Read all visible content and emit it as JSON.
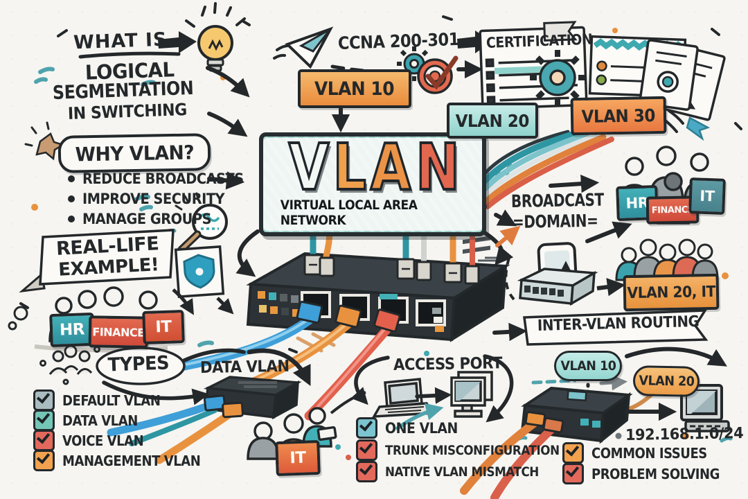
{
  "palette": {
    "paper": "#f6f5f1",
    "ink": "#24282a",
    "teal": "#3aa3ad",
    "teal_light": "#9fd8d4",
    "orange": "#ee8d3f",
    "red": "#dd5f4e",
    "gray": "#9aa1a4",
    "blue": "#3f9fd8"
  },
  "header": {
    "what_is": "WHAT IS",
    "logical": "LOGICAL",
    "segmentation": "SEGMENTATION",
    "in_switching": "IN SWITCHING",
    "ccna": "CCNA 200-301",
    "certification": "CERTIFICATION"
  },
  "vlan_boxes": {
    "vlan10": "VLAN 10",
    "vlan20": "VLAN 20",
    "vlan30": "VLAN 30"
  },
  "why": {
    "title": "WHY VLAN?",
    "bullets": [
      {
        "label": "REDUCE BROADCASTS"
      },
      {
        "label": "IMPROVE SECURITY"
      },
      {
        "label": "MANAGE GROUPS"
      }
    ]
  },
  "real_life": {
    "line1": "REAL-LIFE",
    "line2": "EXAMPLE!"
  },
  "center": {
    "letters": [
      "V",
      "L",
      "A",
      "N"
    ],
    "subtitle": "VIRTUAL LOCAL AREA NETWORK",
    "broadcast": "BROADCAST",
    "domain": "=DOMAIN="
  },
  "departments": {
    "left": {
      "hr": "HR",
      "finance": "FINANCE",
      "it": "IT"
    },
    "right": {
      "hr": "HR",
      "finance": "FINANCE",
      "it": "IT"
    }
  },
  "routing": {
    "vlan20_it": "VLAN 20, IT",
    "inter_vlan": "INTER-VLAN ROUTING",
    "vlan10_pill": "VLAN 10",
    "vlan20_pill": "VLAN 20",
    "subnet": "192.168.1.0/24"
  },
  "types": {
    "title": "TYPES",
    "data_vlan": "DATA VLAN",
    "it_badge": "IT",
    "checklist": [
      {
        "label": "DEFAULT VLAN",
        "color": "#a9bdc0"
      },
      {
        "label": "DATA VLAN",
        "color": "#74c6b6"
      },
      {
        "label": "VOICE VLAN",
        "color": "#e2695c"
      },
      {
        "label": "MANAGEMENT VLAN",
        "color": "#f2a24e"
      }
    ]
  },
  "access": {
    "title": "ACCESS PORT",
    "checklist": [
      {
        "label": "ONE VLAN",
        "color": "#7cc4cf"
      },
      {
        "label": "TRUNK MISCONFIGURATION",
        "color": "#e2695c"
      },
      {
        "label": "NATIVE VLAN MISMATCH",
        "color": "#e2695c"
      }
    ]
  },
  "issues": {
    "checklist": [
      {
        "label": "COMMON ISSUES",
        "color": "#f2a24e"
      },
      {
        "label": "PROBLEM SOLVING",
        "color": "#e2695c"
      }
    ]
  }
}
